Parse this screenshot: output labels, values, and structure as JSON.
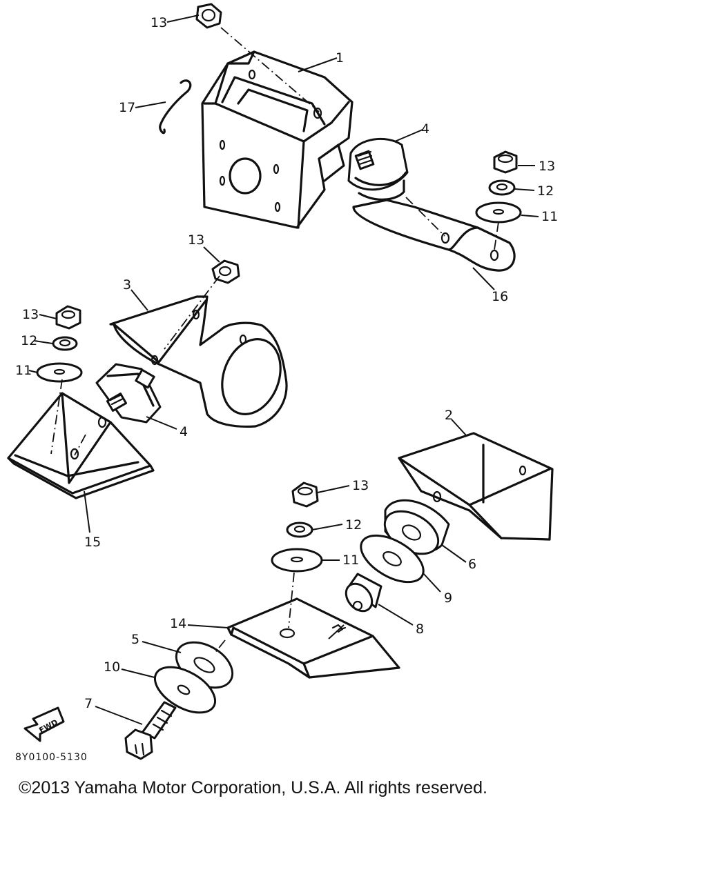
{
  "callouts": {
    "p1": "1",
    "p2": "2",
    "p3": "3",
    "p4a": "4",
    "p4b": "4",
    "p5": "5",
    "p6": "6",
    "p7": "7",
    "p8": "8",
    "p9": "9",
    "p10": "10",
    "p11a": "11",
    "p11b": "11",
    "p11c": "11",
    "p12a": "12",
    "p12b": "12",
    "p12c": "12",
    "p13a": "13",
    "p13b": "13",
    "p13c": "13",
    "p13d": "13",
    "p13e": "13",
    "p14": "14",
    "p15": "15",
    "p16": "16",
    "p17": "17"
  },
  "front_arrow_label": "FWD",
  "diagram_code": "8Y0100-5130",
  "copyright": "©2013 Yamaha Motor Corporation, U.S.A. All rights reserved."
}
